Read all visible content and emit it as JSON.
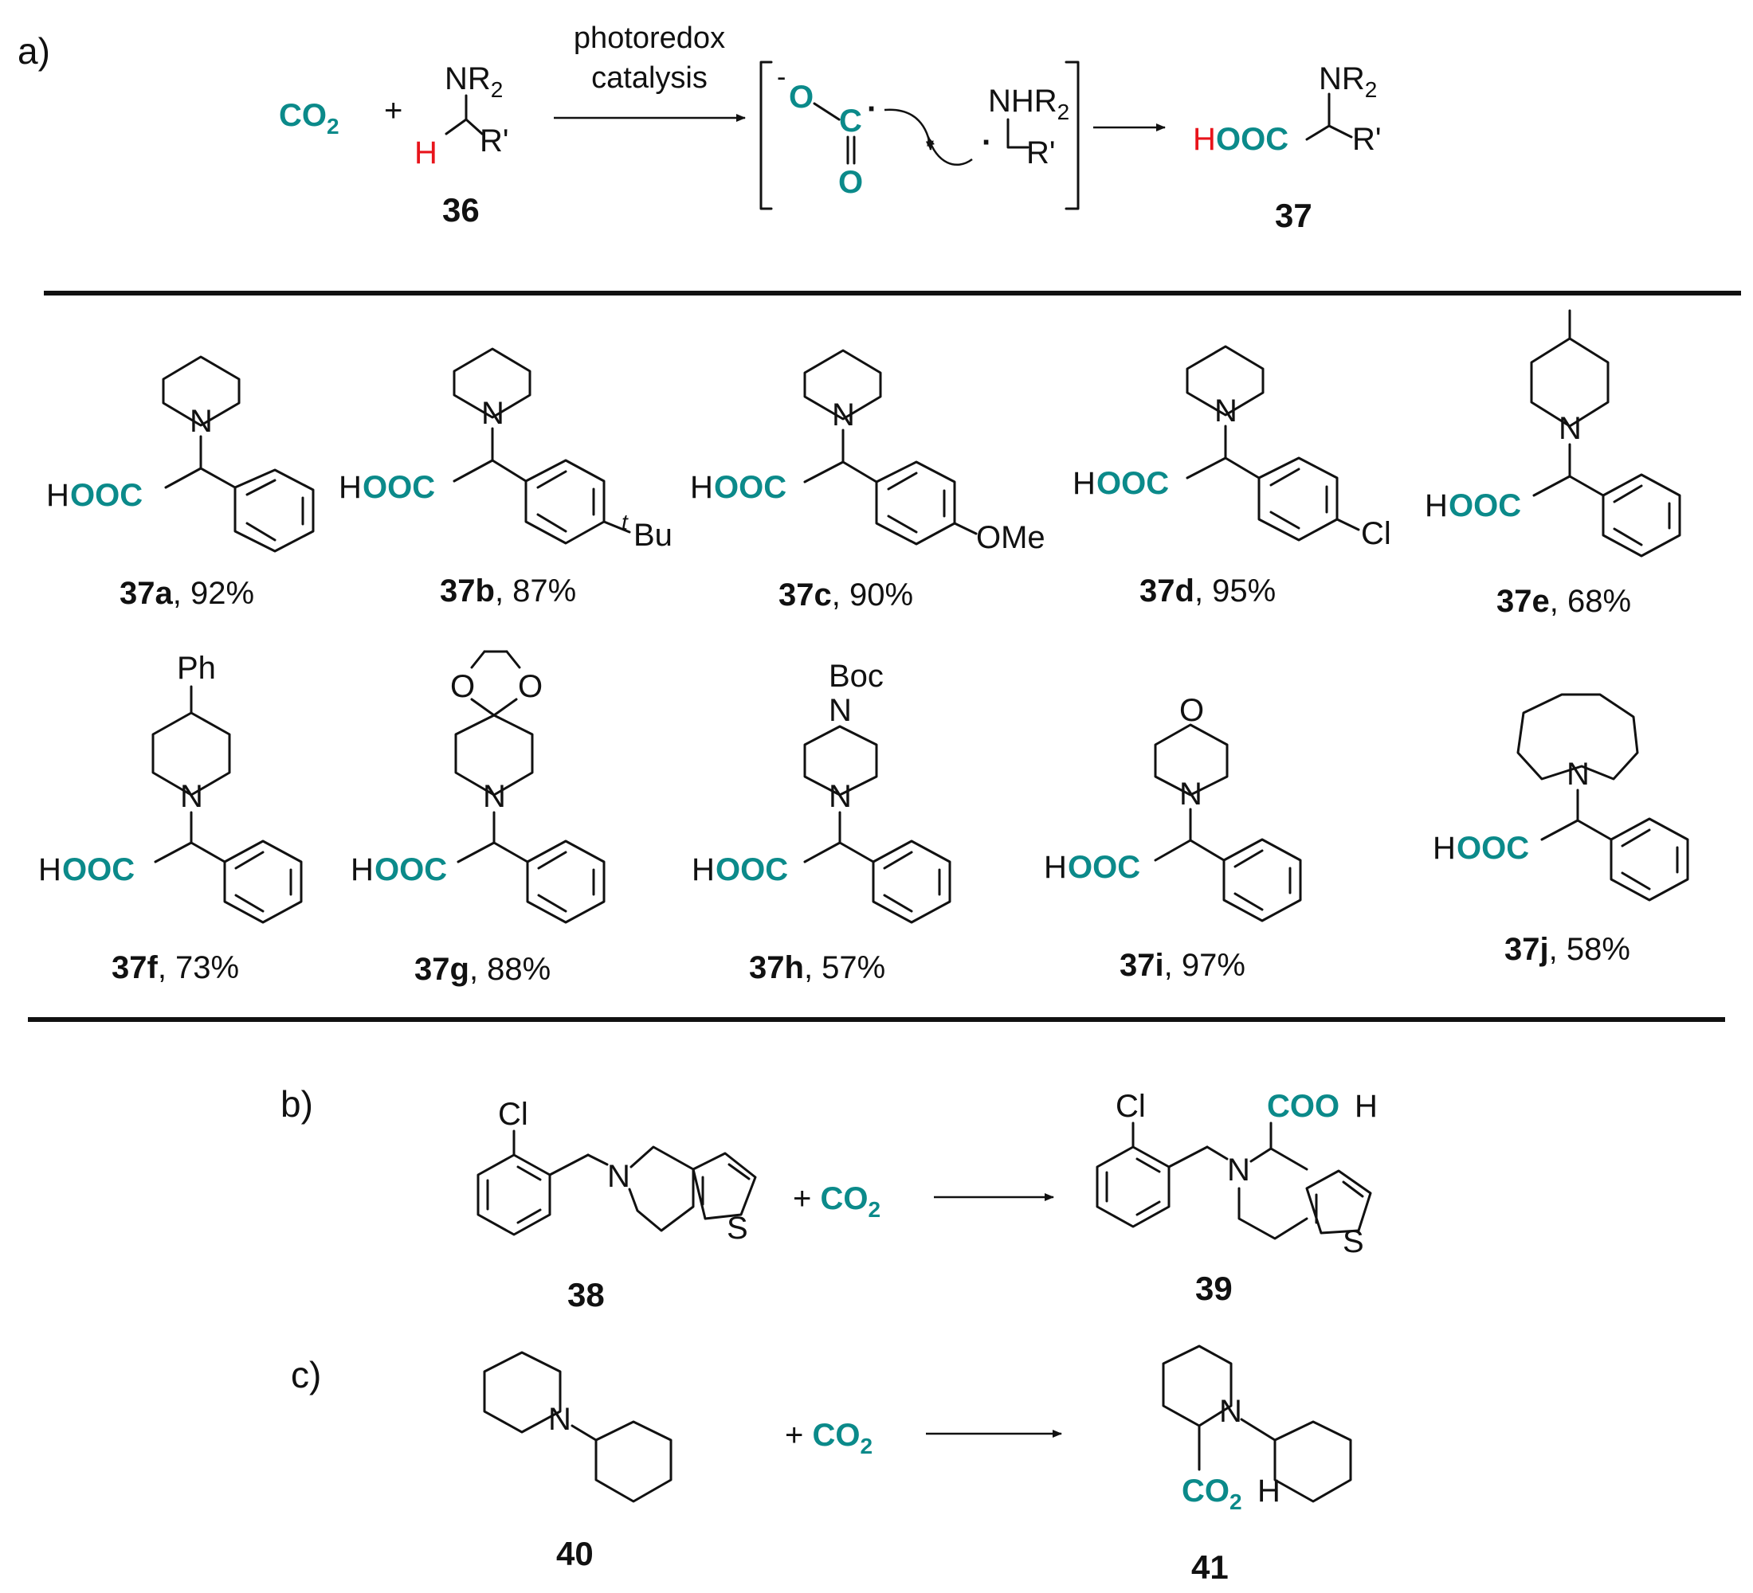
{
  "colors": {
    "teal": "#0b8a8a",
    "red": "#e8141b",
    "black": "#111111"
  },
  "section_labels": {
    "a": "a)",
    "b": "b)",
    "c": "c)"
  },
  "part_a": {
    "co2": {
      "base": "CO",
      "sub": "2"
    },
    "plus": "+",
    "amine_top": {
      "base": "NR",
      "sub": "2"
    },
    "amine_h": "H",
    "amine_r": "R'",
    "start_number": "36",
    "arrow_label_line1": "photoredox",
    "arrow_label_line2": "catalysis",
    "intermediate": {
      "minus": "-",
      "o_top": "O",
      "c": "C",
      "dot": "·",
      "o_bottom": "O",
      "nhr": {
        "base": "NHR",
        "sub": "2"
      },
      "radical_dot": "·",
      "r": "R'"
    },
    "product": {
      "h": "H",
      "cooh": "OOC",
      "nr2": {
        "base": "NR",
        "sub": "2"
      },
      "r": "R'"
    },
    "product_number": "37"
  },
  "examples": [
    {
      "id": "37a",
      "yield": ", 92%",
      "sub_label": ""
    },
    {
      "id": "37b",
      "yield": ", 87%",
      "sub_label": "Bu",
      "sub_prefix": "t"
    },
    {
      "id": "37c",
      "yield": ", 90%",
      "sub_label": "OMe"
    },
    {
      "id": "37d",
      "yield": ", 95%",
      "sub_label": "Cl"
    },
    {
      "id": "37e",
      "yield": ", 68%",
      "sub_label": ""
    },
    {
      "id": "37f",
      "yield": ", 73%",
      "top_label": "Ph"
    },
    {
      "id": "37g",
      "yield": ", 88%",
      "o_label": "O"
    },
    {
      "id": "37h",
      "yield": ", 57%",
      "top_label": "Boc"
    },
    {
      "id": "37i",
      "yield": ", 97%",
      "o_label": "O"
    },
    {
      "id": "37j",
      "yield": ", 58%"
    }
  ],
  "atoms": {
    "N": "N",
    "H": "H",
    "OOC": "OOC",
    "O": "O",
    "S": "S",
    "Cl": "Cl"
  },
  "part_b": {
    "start_number": "38",
    "plus_co2": {
      "plus": "+ ",
      "base": "CO",
      "sub": "2"
    },
    "product_cooh": "COO",
    "product_h": "H",
    "product_number": "39"
  },
  "part_c": {
    "start_number": "40",
    "plus_co2": {
      "plus": "+ ",
      "base": "CO",
      "sub": "2"
    },
    "product_co2": {
      "base": "CO",
      "sub": "2"
    },
    "product_h": "H",
    "product_number": "41"
  }
}
